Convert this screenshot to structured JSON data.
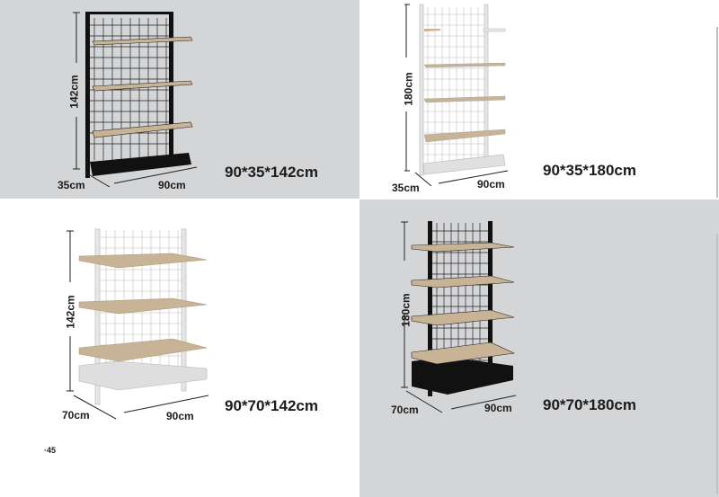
{
  "products": [
    {
      "id": "a",
      "spec": "90*35*142cm",
      "height_label": "142cm",
      "depth_label": "35cm",
      "width_label": "90cm",
      "frame_color": "#111111",
      "shelves": 3,
      "type": "single-sided"
    },
    {
      "id": "b",
      "spec": "90*35*180cm",
      "height_label": "180cm",
      "depth_label": "35cm",
      "width_label": "90cm",
      "frame_color": "#e8e8e8",
      "shelves": 4,
      "type": "single-sided"
    },
    {
      "id": "c",
      "spec": "90*70*142cm",
      "height_label": "142cm",
      "depth_label": "70cm",
      "width_label": "90cm",
      "frame_color": "#e8e8e8",
      "shelves": 3,
      "type": "double-sided"
    },
    {
      "id": "d",
      "spec": "90*70*180cm",
      "height_label": "180cm",
      "depth_label": "70cm",
      "width_label": "90cm",
      "frame_color": "#111111",
      "shelves": 4,
      "type": "double-sided"
    }
  ],
  "page_number": "·45",
  "colors": {
    "gray_panel": "#d4d5d7",
    "white_panel": "#ffffff",
    "wood": "#c8b396"
  }
}
